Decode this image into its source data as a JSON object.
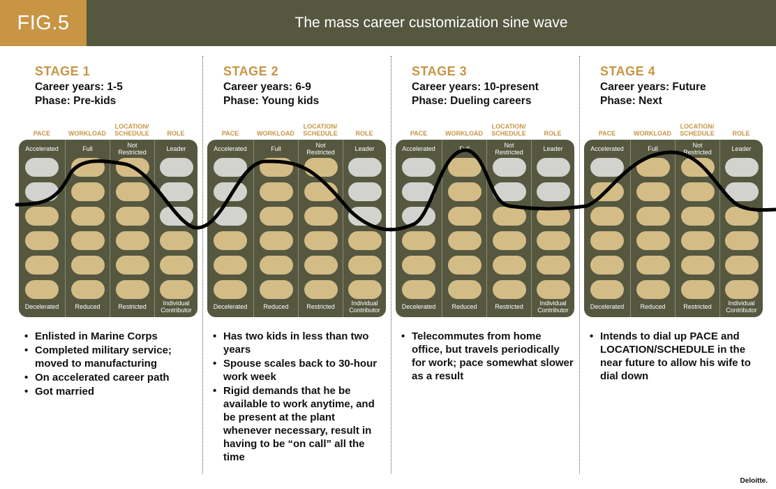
{
  "figure_label": "FIG.5",
  "title": "The mass career customization sine wave",
  "footer_logo": "Deloitte.",
  "column_headers": [
    {
      "key": "pace",
      "label": "PACE",
      "top": "Accelerated",
      "bottom": "Decelerated"
    },
    {
      "key": "workload",
      "label": "WORKLOAD",
      "top": "Full",
      "bottom": "Reduced"
    },
    {
      "key": "location",
      "label": "LOCATION/\nSCHEDULE",
      "top": "Not\nRestricted",
      "bottom": "Restricted"
    },
    {
      "key": "role",
      "label": "ROLE",
      "top": "Leader",
      "bottom": "Individual\nContributor"
    }
  ],
  "colors": {
    "header_bg": "#55573f",
    "accent": "#c79544",
    "pill_active": "#d4bc87",
    "pill_inactive": "#d2d3ce"
  },
  "stages": [
    {
      "title": "STAGE 1",
      "career_years": "Career years: 1-5",
      "phase": "Phase: Pre-kids",
      "levels": [
        4,
        6,
        6,
        3
      ],
      "bullets": [
        "Enlisted in Marine Corps",
        "Completed military service; moved to manufacturing",
        "On accelerated career path",
        "Got married"
      ]
    },
    {
      "title": "STAGE 2",
      "career_years": "Career years: 6-9",
      "phase": "Phase: Young kids",
      "levels": [
        3,
        6,
        6,
        3
      ],
      "bullets": [
        "Has two kids in less than two years",
        "Spouse scales back to 30-hour work week",
        "Rigid demands that he be available to work anytime, and be present at the plant whenever necessary, result in having to be “on call” all the time"
      ]
    },
    {
      "title": "STAGE 3",
      "career_years": "Career years: 10-present",
      "phase": "Phase: Dueling careers",
      "levels": [
        3,
        6,
        4,
        4
      ],
      "bullets": [
        "Telecommutes from home office, but travels periodically for work; pace somewhat slower as a result"
      ]
    },
    {
      "title": "STAGE 4",
      "career_years": "Career years: Future",
      "phase": "Phase: Next",
      "levels": [
        5,
        6,
        6,
        4
      ],
      "bullets": [
        "Intends to dial up PACE and LOCATION/SCHEDULE in the near future to allow his wife to dial down"
      ]
    }
  ]
}
